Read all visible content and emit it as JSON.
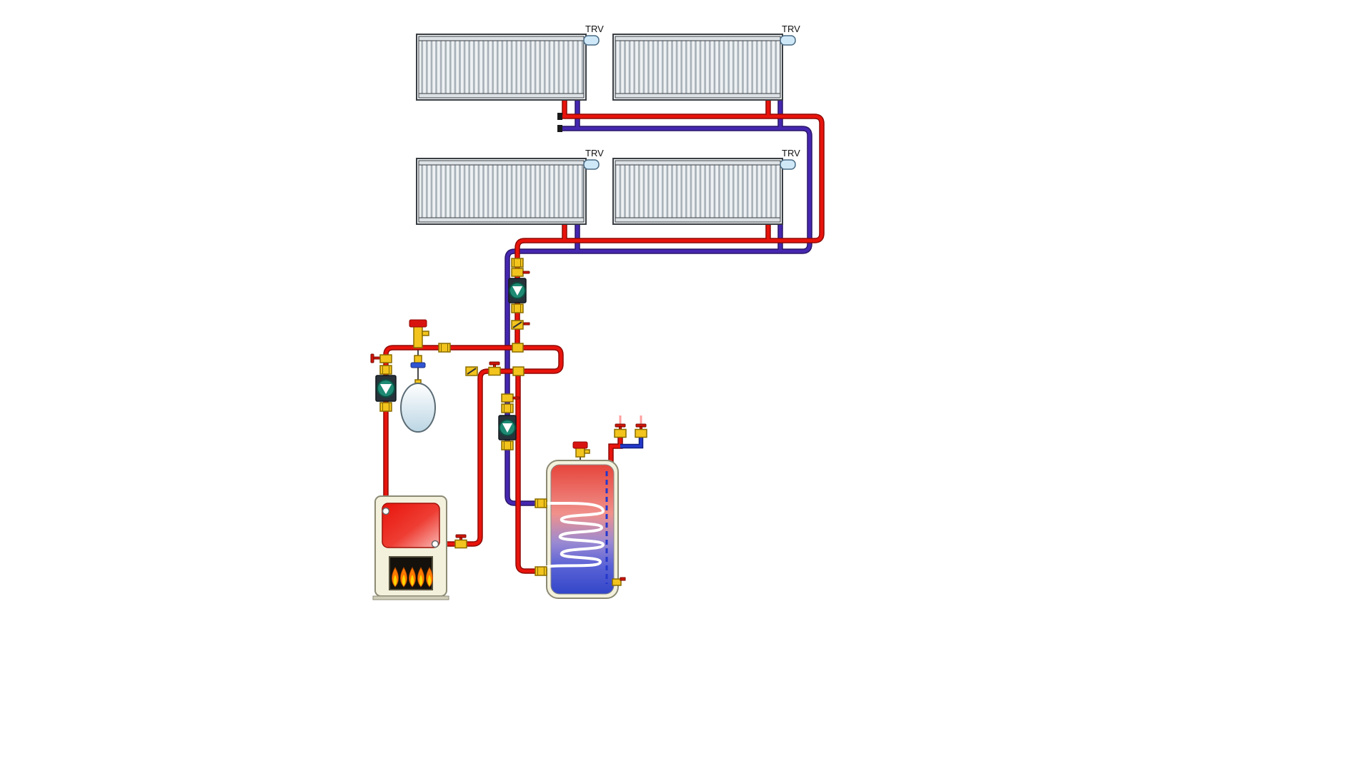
{
  "diagram": {
    "type": "hydronic-heating-schematic",
    "radiators": [
      {
        "id": "radiator-top-left",
        "trv_label": "TRV"
      },
      {
        "id": "radiator-top-right",
        "trv_label": "TRV"
      },
      {
        "id": "radiator-mid-left",
        "trv_label": "TRV"
      },
      {
        "id": "radiator-mid-right",
        "trv_label": "TRV"
      }
    ],
    "colors": {
      "supply": "#e8140c",
      "return": "#4527b0",
      "cold_water": "#2438cc",
      "valve_body": "#f2c41d",
      "pump_rotor": "#1e8a74",
      "pump_housing": "#28323a",
      "boiler_shell": "#f3f1dc",
      "flame_outer": "#ff7a00",
      "flame_inner": "#ffd400",
      "trv_head": "#cfe8f8",
      "vessel": "#bcd6e4"
    },
    "components": [
      "boiler",
      "indirect-hot-water-cylinder",
      "expansion-vessel",
      "safety-valve-group",
      "heating-circuit-pump",
      "boiler-circuit-pump",
      "dhw-loading-pump",
      "thermostatic-radiator-valves",
      "check-valves",
      "ball-valves"
    ]
  }
}
